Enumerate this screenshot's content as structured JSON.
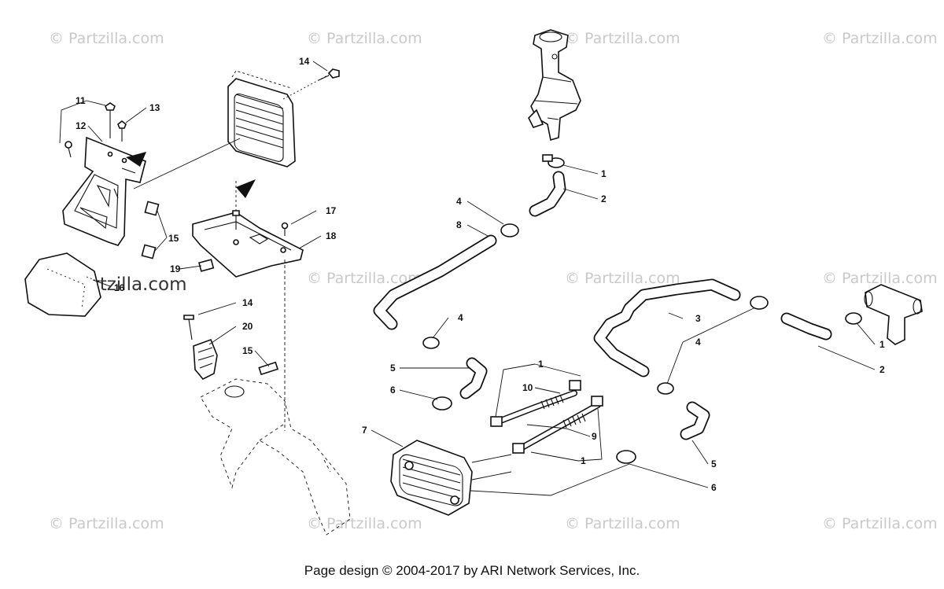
{
  "watermark": {
    "text": "© Partzilla.com",
    "accent_text": "© Partzilla.com"
  },
  "callouts": {
    "c1a": "1",
    "c1b": "1",
    "c1c": "1",
    "c1d": "1",
    "c2a": "2",
    "c2b": "2",
    "c3": "3",
    "c4a": "4",
    "c4b": "4",
    "c4c": "4",
    "c5a": "5",
    "c5b": "5",
    "c6a": "6",
    "c6b": "6",
    "c7": "7",
    "c8": "8",
    "c9": "9",
    "c10": "10",
    "c11": "11",
    "c12": "12",
    "c13": "13",
    "c14a": "14",
    "c14b": "14",
    "c15a": "15",
    "c15b": "15",
    "c16": "16",
    "c17": "17",
    "c18": "18",
    "c19": "19",
    "c20": "20"
  },
  "footer": {
    "text": "Page design © 2004-2017 by ARI Network Services, Inc."
  },
  "colors": {
    "line": "#111111",
    "watermark": "#c9c9c9",
    "background": "#ffffff"
  }
}
